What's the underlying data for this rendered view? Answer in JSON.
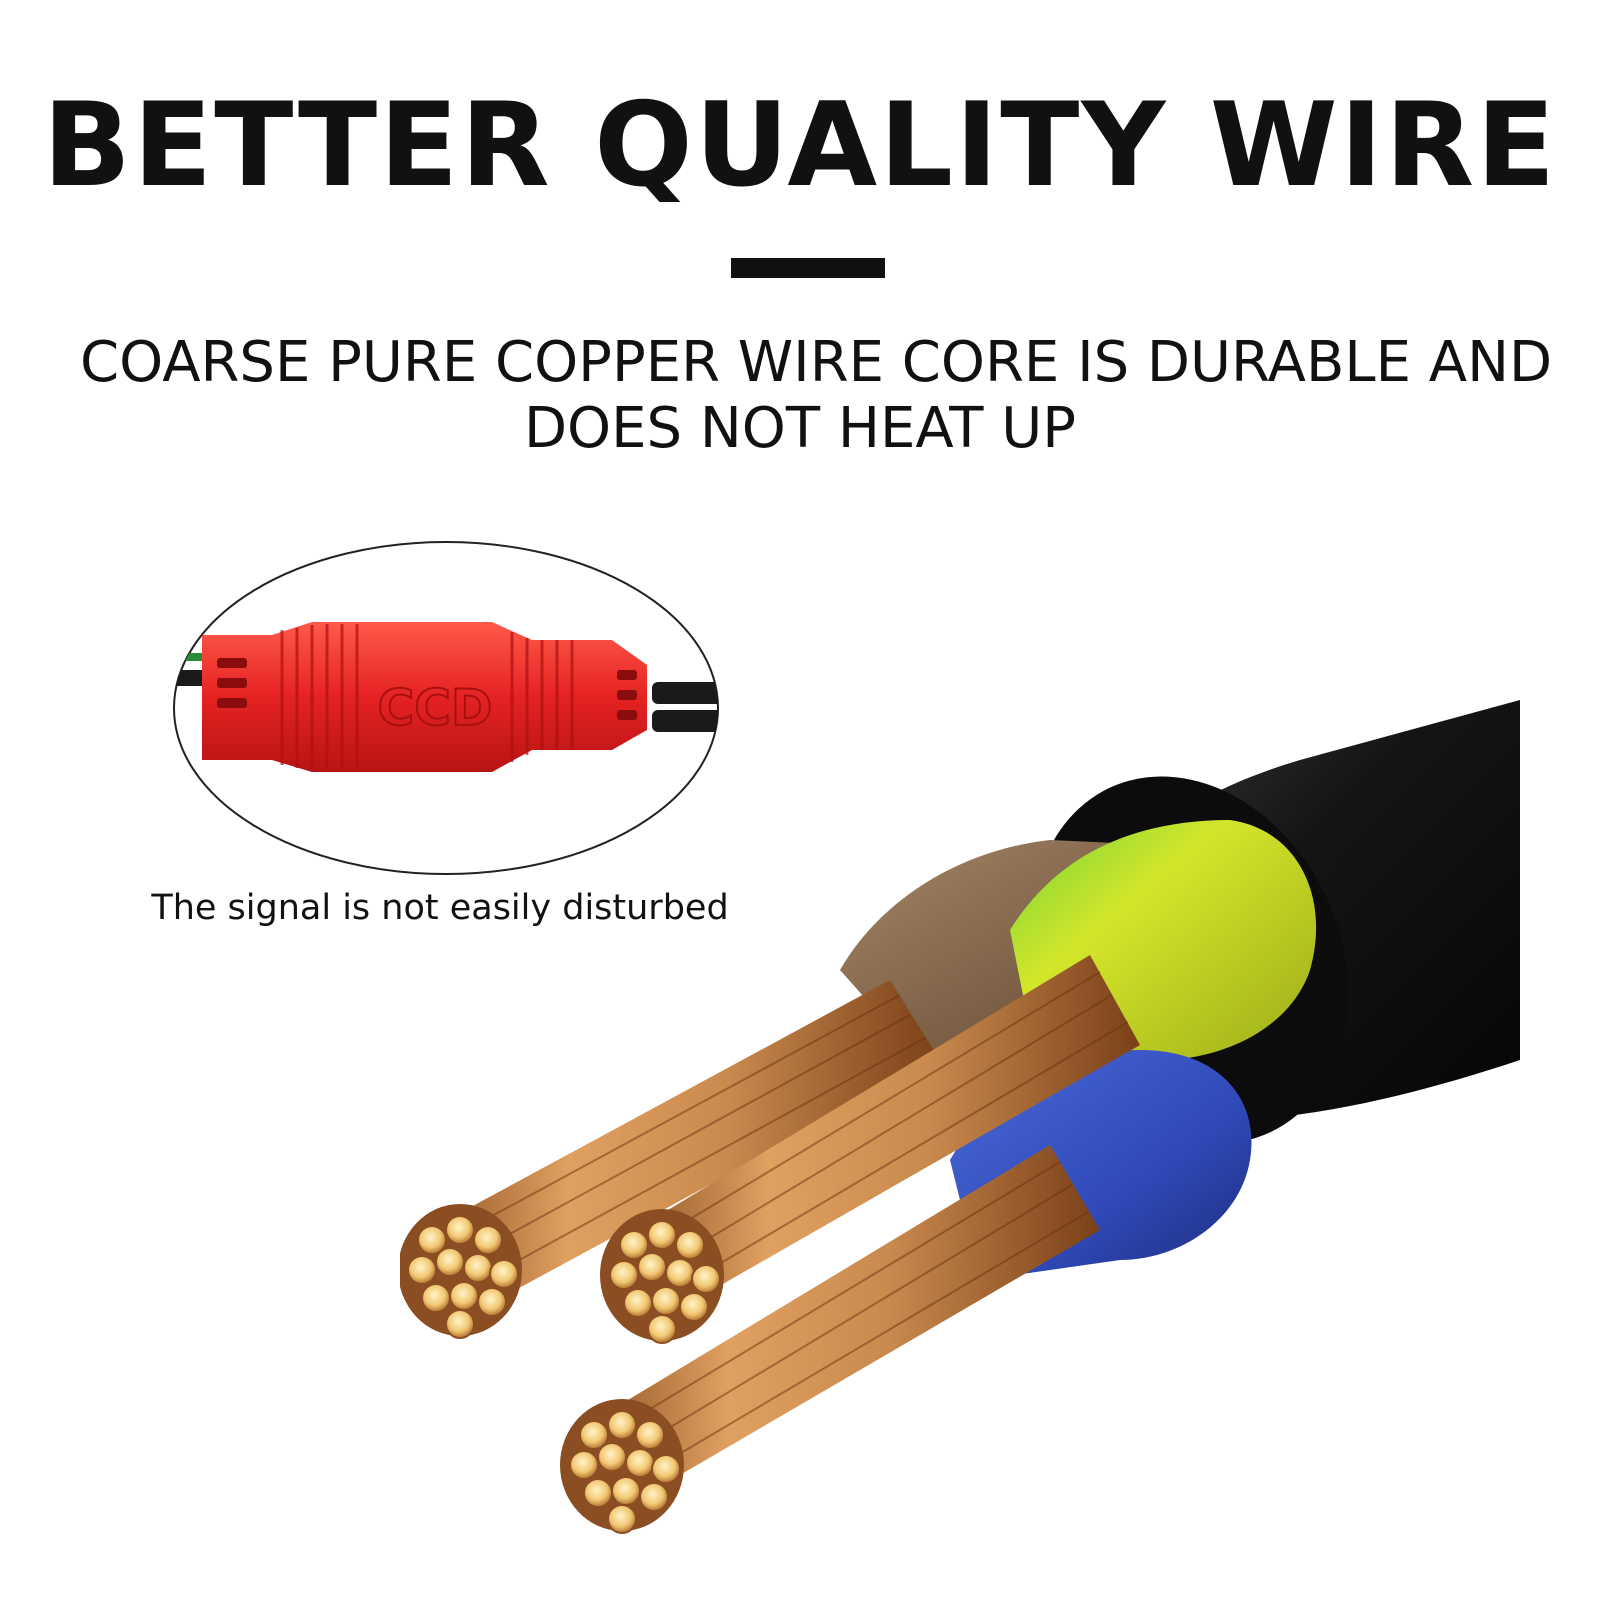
{
  "headline": "BETTER QUALITY WIRE",
  "subtitle": {
    "line1": "COARSE PURE COPPER WIRE CORE IS DURABLE AND",
    "line2": "DOES NOT HEAT UP"
  },
  "inset": {
    "caption": "The signal is not easily disturbed",
    "connector_marking": "CCD",
    "connector_color": "#e52222"
  },
  "cable": {
    "sheath_color": "#151515",
    "core_colors": [
      "#8a6a4a",
      "#d4e62a",
      "#2f49b8"
    ],
    "copper_color": "#c98a4e"
  }
}
